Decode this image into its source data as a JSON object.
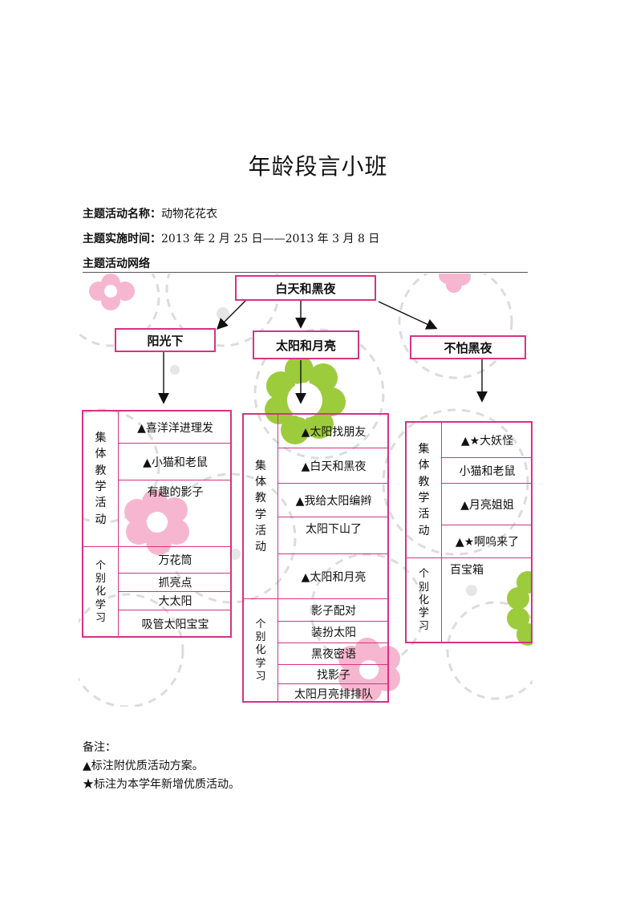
{
  "title": "年龄段言小班",
  "meta": {
    "name_label": "主题活动名称：",
    "name_value": "动物花花衣",
    "time_label": "主题实施时间：",
    "time_value": "2013 年 2 月 25 日——2013 年 3 月 8 日",
    "network_label": "主题活动网络"
  },
  "network": {
    "root": "白天和黑夜",
    "branches": [
      {
        "title": "阳光下",
        "group_label": [
          "集",
          "体",
          "教",
          "学",
          "活",
          "动"
        ],
        "group_items": [
          "▲喜洋洋进理发",
          "▲小猫和老鼠",
          "有趣的影子"
        ],
        "indiv_label": [
          "个",
          "别",
          "化",
          "学",
          "习"
        ],
        "indiv_items": [
          "万花筒",
          "抓亮点",
          "大太阳",
          "吸管太阳宝宝"
        ]
      },
      {
        "title": "太阳和月亮",
        "group_label": [
          "集",
          "体",
          "教",
          "学",
          "活",
          "动"
        ],
        "group_items": [
          "▲太阳找朋友",
          "▲白天和黑夜",
          "▲我给太阳编辫",
          "太阳下山了",
          "▲太阳和月亮"
        ],
        "indiv_label": [
          "个",
          "别",
          "化",
          "学",
          "习"
        ],
        "indiv_items": [
          "影子配对",
          "装扮太阳",
          "黑夜密语",
          "找影子",
          "太阳月亮排排队"
        ]
      },
      {
        "title": "不怕黑夜",
        "group_label": [
          "集",
          "体",
          "教",
          "学",
          "活",
          "动"
        ],
        "group_items": [
          "▲★大妖怪",
          "小猫和老鼠",
          "▲月亮姐姐",
          "▲★啊呜来了"
        ],
        "indiv_label": [
          "个",
          "别",
          "化",
          "学",
          "习"
        ],
        "indiv_items": [
          "百宝箱"
        ]
      }
    ]
  },
  "notes": {
    "heading": "备注：",
    "triangle": "▲标注附优质活动方案。",
    "star": "★标注为本学年新增优质活动。"
  },
  "colors": {
    "border": "#d63384",
    "pink_flower": "#f7b6cf",
    "green_flower": "#9ccc3c",
    "dash_circle": "#d9d9d9"
  }
}
